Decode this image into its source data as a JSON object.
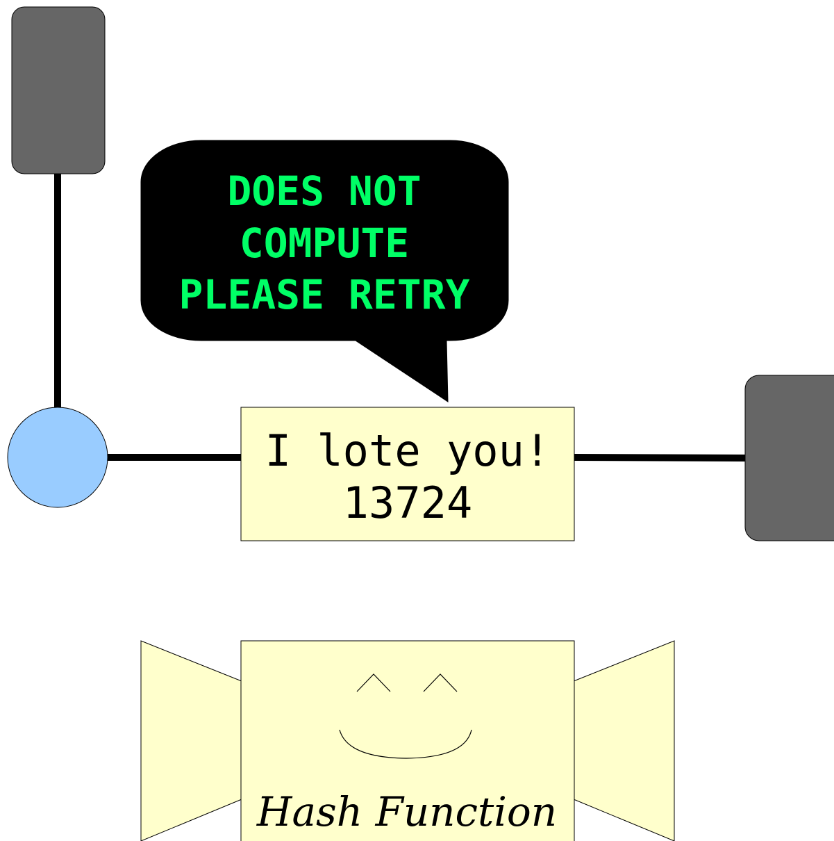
{
  "speech_bubble": {
    "lines": [
      "DOES NOT",
      "COMPUTE",
      "PLEASE RETRY"
    ]
  },
  "message_box": {
    "text": "I lote you!",
    "hash": "13724"
  },
  "hash_function": {
    "label": "Hash Function"
  },
  "colors": {
    "terminal_green": "#00ff66",
    "bubble_black": "#000000",
    "box_yellow": "#ffffcc",
    "node_blue": "#99ccff",
    "device_gray": "#666666",
    "wire_black": "#000000"
  }
}
